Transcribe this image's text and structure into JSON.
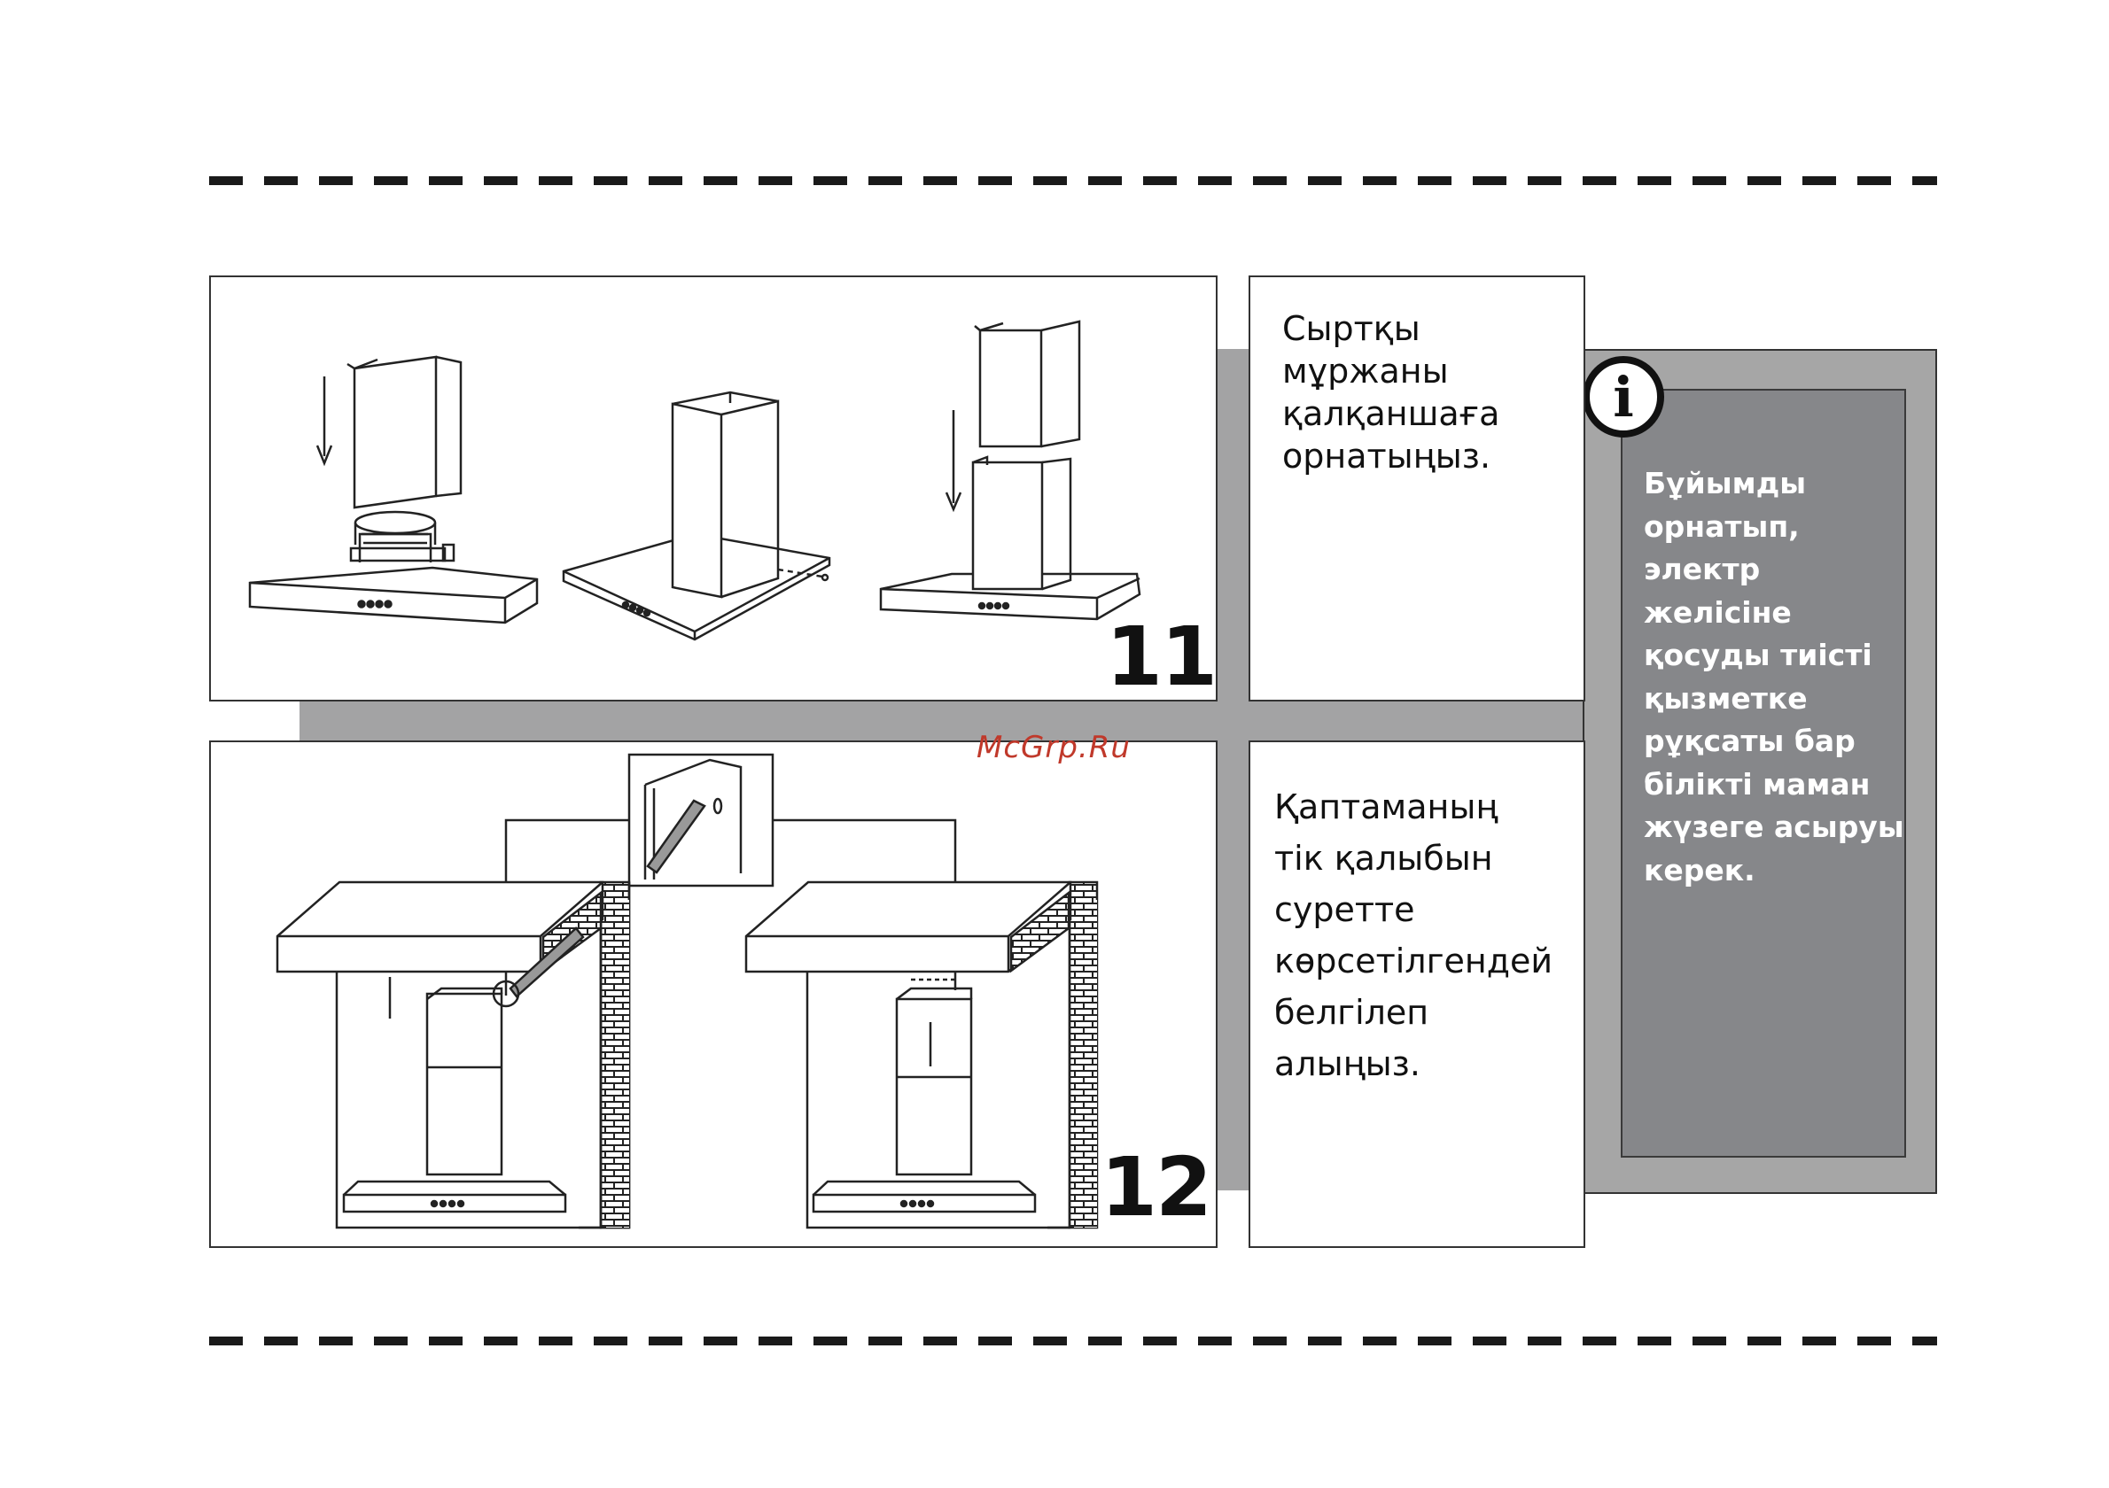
{
  "steps": [
    {
      "number": "11",
      "lines": [
        "Сыртқы",
        "мұржаны",
        "қалқаншаға",
        "орнатыңыз."
      ]
    },
    {
      "number": "12",
      "lines": [
        "Қаптаманың",
        "тік қалыбын",
        "суретте",
        "көрсетілгендей",
        "белгілеп",
        "алыңыз."
      ]
    }
  ],
  "info": {
    "icon": "info-icon",
    "icon_glyph": "i",
    "lines": [
      "Бұйымды",
      "орнатып,",
      "электр",
      "желісіне",
      "қосуды тиісті",
      "қызметке",
      "рұқсаты бар",
      "білікті маман",
      "жүзеге асыруы",
      "керек."
    ]
  },
  "watermark": "McGrp.Ru",
  "colors": {
    "band_gray": "#a3a3a4",
    "info_panel_gray": "#86878a",
    "info_text": "#ffffff",
    "watermark": "#c0392b"
  }
}
